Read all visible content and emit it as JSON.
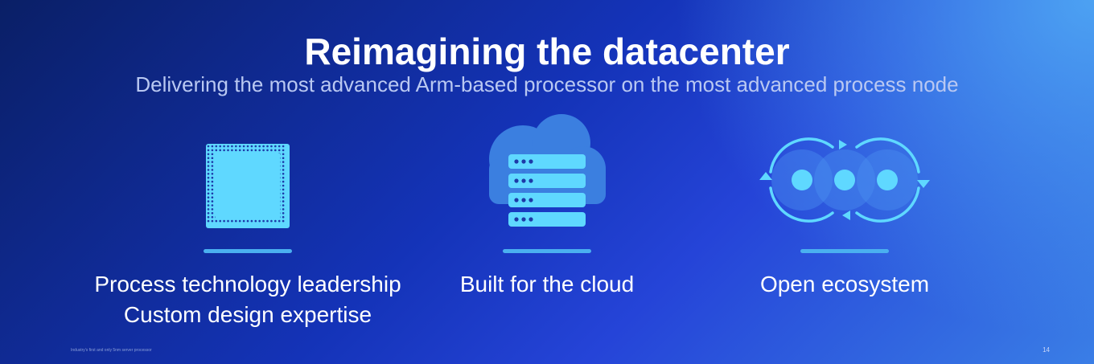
{
  "slide": {
    "title": "Reimagining the datacenter",
    "subtitle": "Delivering the most advanced Arm-based processor on the most advanced process node",
    "footnote": "Industry's first and only 5nm server processor",
    "page_number": "14"
  },
  "pillars": [
    {
      "icon": "chip-icon",
      "line1": "Process technology leadership",
      "line2": "Custom design expertise"
    },
    {
      "icon": "cloud-server-icon",
      "line1": "Built for the cloud",
      "line2": ""
    },
    {
      "icon": "ecosystem-icon",
      "line1": "Open ecosystem",
      "line2": ""
    }
  ],
  "colors": {
    "accent": "#4ab0f0",
    "icon_light": "#5fd8ff",
    "icon_dark": "#1d3aa8"
  }
}
